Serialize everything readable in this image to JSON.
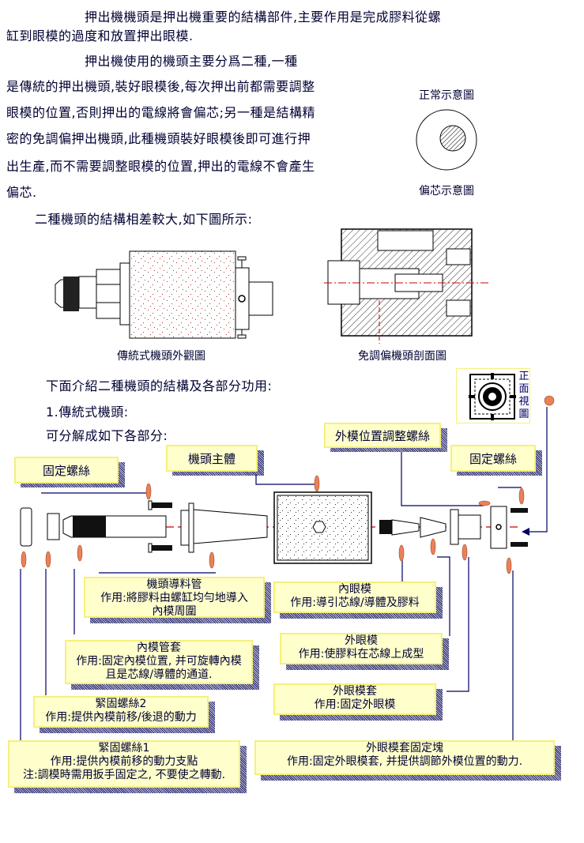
{
  "intro": {
    "p1_line1": "押出機機頭是押出機重要的結構部件,主要作用是完成膠料從螺",
    "p1_line2": "缸到眼模的過度和放置押出眼模.",
    "p2_line1": "押出機使用的機頭主要分爲二種,一種",
    "p2_lines": [
      "是傳統的押出機頭,裝好眼模後,每次押出前都需要調整",
      "眼模的位置,否則押出的電線將會偏芯;另一種是結構精",
      "密的免調偏押出機頭,此種機頭裝好眼模後即可進行押",
      "出生產,而不需要調整眼模的位置,押出的電線不會產生",
      "偏芯."
    ],
    "p3": "二種機頭的結構相差較大,如下圖所示:"
  },
  "side_figure": {
    "top_label": "正常示意圖",
    "bottom_label": "偏芯示意圖"
  },
  "figures": {
    "traditional_caption": "傳統式機頭外觀圖",
    "section_caption": "免調偏機頭剖面圖"
  },
  "section": {
    "intro": "下面介紹二種機頭的結構及各部分功用:",
    "heading": "1.傳統式機頭:",
    "sub": "可分解成如下各部分:"
  },
  "front_view": {
    "label_chars": [
      "正",
      "面",
      "視",
      "圖"
    ]
  },
  "labels": {
    "fixing_screw_left": "固定螺絲",
    "head_body": "機頭主體",
    "outer_die_adjust_screw": "外模位置調整螺絲",
    "fixing_screw_right": "固定螺絲"
  },
  "callouts": [
    {
      "title": "機頭導料管",
      "lines": [
        "作用:將膠料由螺缸均勻地導入",
        "內模周圍"
      ]
    },
    {
      "title": "內眼模",
      "lines": [
        "作用:導引芯線/導體及膠料"
      ]
    },
    {
      "title": "內模管套",
      "lines": [
        "作用:固定內模位置, 并可旋轉內模",
        "且是芯線/導體的通道."
      ]
    },
    {
      "title": "外眼模",
      "lines": [
        "作用:使膠料在芯線上成型"
      ]
    },
    {
      "title": "外眼模套",
      "lines": [
        "作用:固定外眼模"
      ]
    },
    {
      "title": "緊固螺絲2",
      "lines": [
        "作用:提供內模前移/後退的動力"
      ]
    },
    {
      "title": "緊固螺絲1",
      "lines": [
        "作用:提供內模前移的動力支點",
        "注:調模時需用扳手固定之, 不要使之轉動."
      ]
    },
    {
      "title": "外眼模套固定塊",
      "lines": [
        "作用:固定外眼模套, 并提供調節外模位置的動力."
      ]
    }
  ],
  "colors": {
    "text": "#000033",
    "callout_bg": "#ffffcc",
    "callout_border": "#f5f07a",
    "marker": "#e8825a",
    "centerline": "#cc0000",
    "leader": "#000066"
  }
}
